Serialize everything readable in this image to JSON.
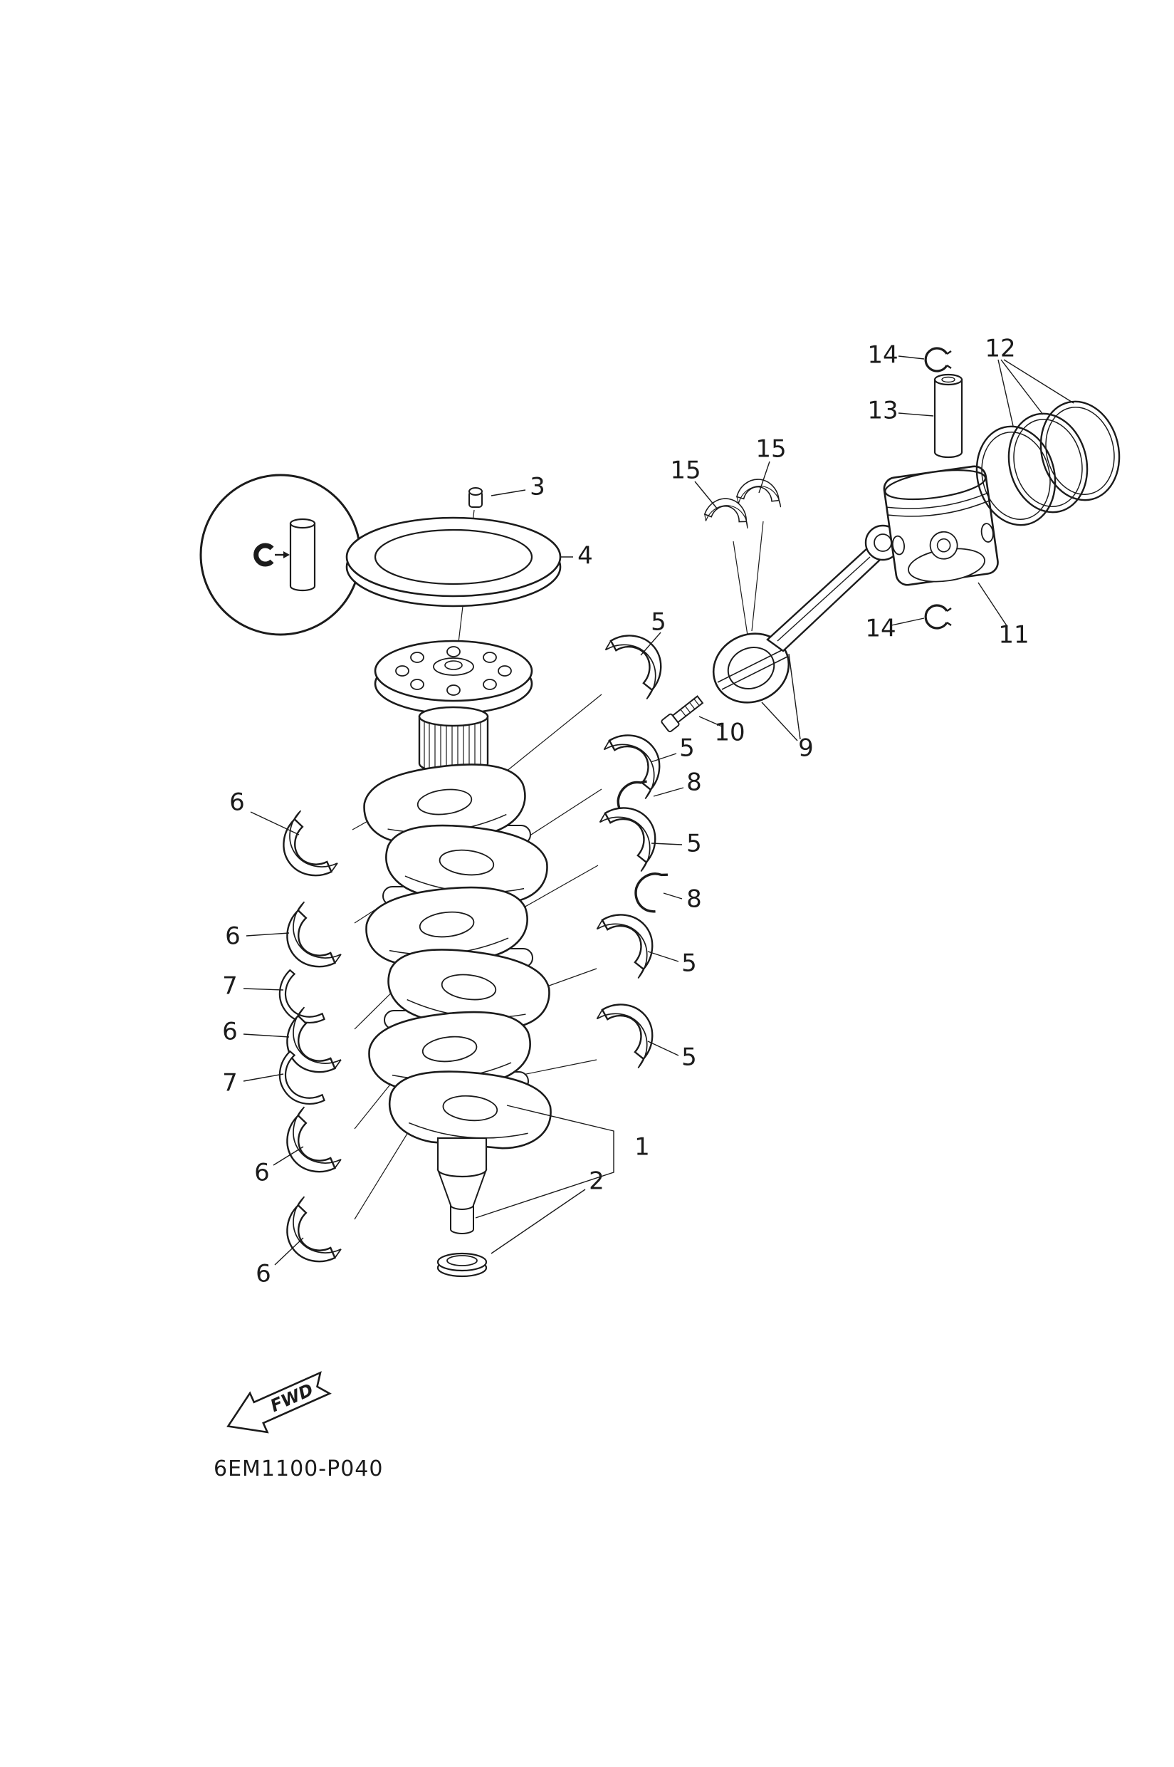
{
  "drawing_code": "6EM1100-P040",
  "fwd_label": "FWD",
  "colors": {
    "ink": "#1b1b1b",
    "paper": "#ffffff"
  },
  "callouts": [
    {
      "ref": "14-a",
      "label": "14"
    },
    {
      "ref": "12",
      "label": "12"
    },
    {
      "ref": "15-a",
      "label": "15"
    },
    {
      "ref": "15-b",
      "label": "15"
    },
    {
      "ref": "3",
      "label": "3"
    },
    {
      "ref": "13",
      "label": "13"
    },
    {
      "ref": "4",
      "label": "4"
    },
    {
      "ref": "5-a",
      "label": "5"
    },
    {
      "ref": "11",
      "label": "11"
    },
    {
      "ref": "14-b",
      "label": "14"
    },
    {
      "ref": "10",
      "label": "10"
    },
    {
      "ref": "9",
      "label": "9"
    },
    {
      "ref": "6-a",
      "label": "6"
    },
    {
      "ref": "5-b",
      "label": "5"
    },
    {
      "ref": "8-a",
      "label": "8"
    },
    {
      "ref": "5-c",
      "label": "5"
    },
    {
      "ref": "8-b",
      "label": "8"
    },
    {
      "ref": "6-b",
      "label": "6"
    },
    {
      "ref": "7-a",
      "label": "7"
    },
    {
      "ref": "6-c",
      "label": "6"
    },
    {
      "ref": "7-b",
      "label": "7"
    },
    {
      "ref": "5-d",
      "label": "5"
    },
    {
      "ref": "5-e",
      "label": "5"
    },
    {
      "ref": "6-d",
      "label": "6"
    },
    {
      "ref": "1",
      "label": "1"
    },
    {
      "ref": "2",
      "label": "2"
    },
    {
      "ref": "6-e",
      "label": "6"
    }
  ]
}
